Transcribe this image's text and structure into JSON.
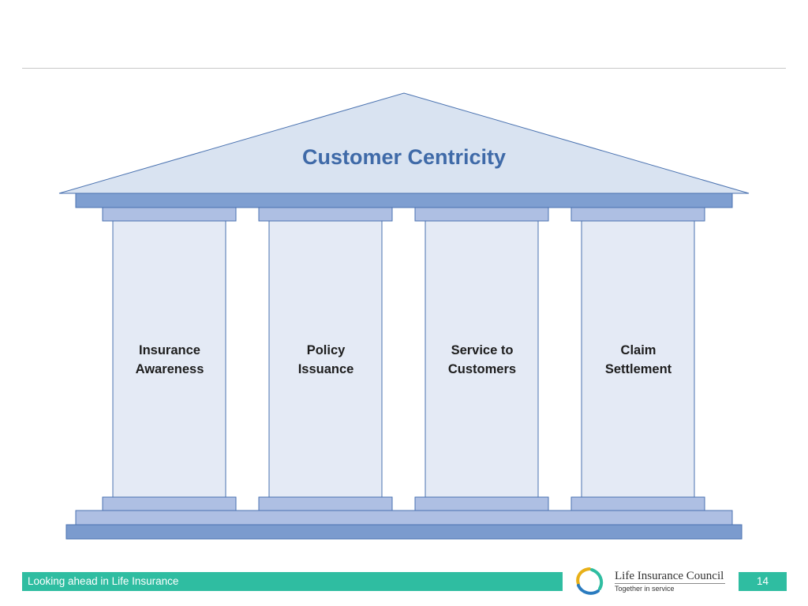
{
  "diagram": {
    "roof_title": "Customer Centricity",
    "pillars": [
      {
        "line1": "Insurance",
        "line2": "Awareness"
      },
      {
        "line1": "Policy",
        "line2": "Issuance"
      },
      {
        "line1": "Service to",
        "line2": "Customers"
      },
      {
        "line1": "Claim",
        "line2": "Settlement"
      }
    ],
    "colors": {
      "roof_fill": "#d9e3f1",
      "roof_stroke": "#4a72b0",
      "beam_fill": "#7f9fd1",
      "capital_fill": "#aebfe3",
      "pillar_fill": "#e4eaf5",
      "base_upper": "#aebfe3",
      "base_lower": "#7b9bce",
      "title_color": "#3f6aa8"
    }
  },
  "footer": {
    "text": "Looking ahead in Life Insurance",
    "logo_title": "Life Insurance Council",
    "logo_subtitle": "Together in service",
    "page_number": "14",
    "accent_color": "#2fbda1"
  }
}
